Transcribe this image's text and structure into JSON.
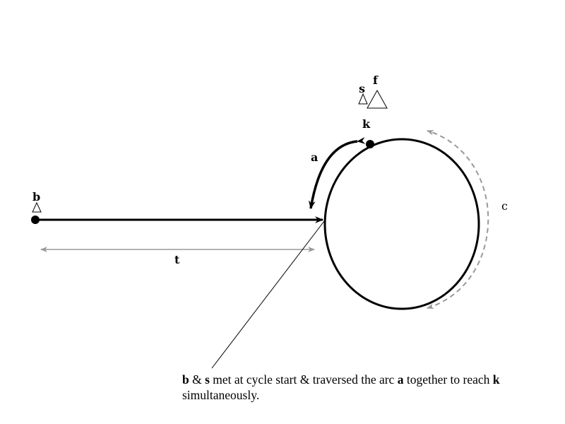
{
  "labels": {
    "b": "b",
    "s": "s",
    "f": "f",
    "k": "k",
    "a": "a",
    "t": "t",
    "c": "c"
  },
  "caption": {
    "b": "b",
    "amp1": " & ",
    "s": "s",
    "mid1": " met at cycle start & traversed the arc ",
    "a": "a",
    "mid2": " together to reach ",
    "k": "k",
    "end": " simultaneously."
  },
  "colors": {
    "main": "#000000",
    "measure": "#999999"
  }
}
